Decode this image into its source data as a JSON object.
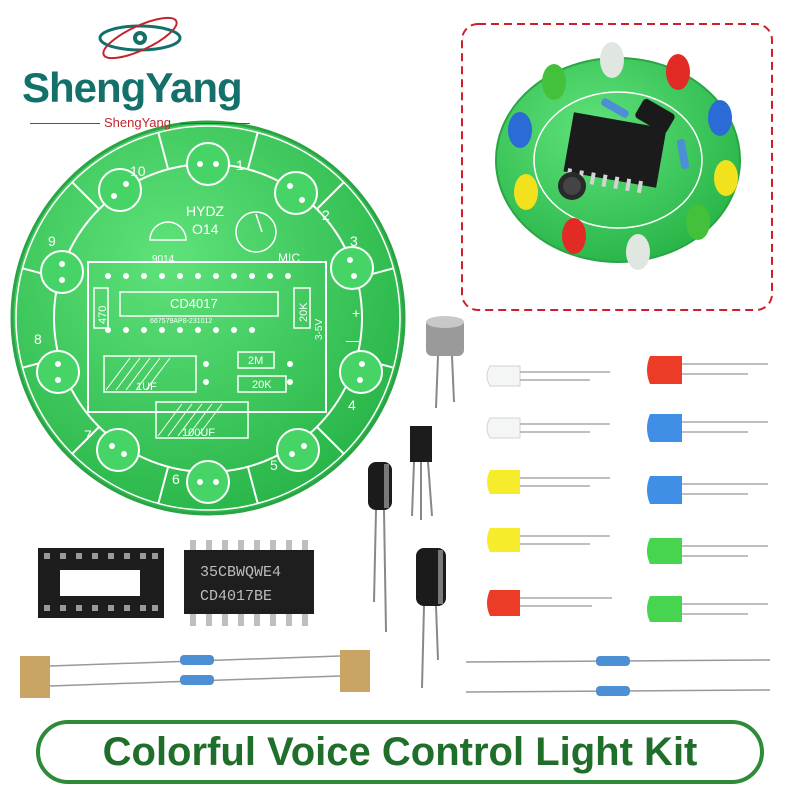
{
  "brand": {
    "name": "ShengYang",
    "subname": "ShengYang"
  },
  "pcb": {
    "title_line1": "HYDZ",
    "title_line2": "O14",
    "transistor_label": "9014",
    "mic_label": "MIC",
    "ic_label": "CD4017",
    "ic_code": "667579AP8-231012",
    "resistor_470": "470",
    "resistor_20k_v": "20K",
    "voltage": "3-5V",
    "resistor_2m": "2M",
    "resistor_20k": "20K",
    "cap_1uf": "1UF",
    "cap_100uf": "100UF",
    "ring_numbers": [
      "1",
      "2",
      "3",
      "+",
      "4",
      "5",
      "6",
      "7",
      "8",
      "9",
      "10",
      "—"
    ]
  },
  "chip": {
    "line1": "35CBWQWE4",
    "line2": "CD4017BE"
  },
  "colors": {
    "brand": "#14706a",
    "accent_red": "#c0272d",
    "pcb_green": "#3dcc5a",
    "banner_border": "#2e8b3a",
    "banner_text": "#1f6e2a"
  },
  "banner": {
    "text": "Colorful Voice Control Light Kit"
  }
}
